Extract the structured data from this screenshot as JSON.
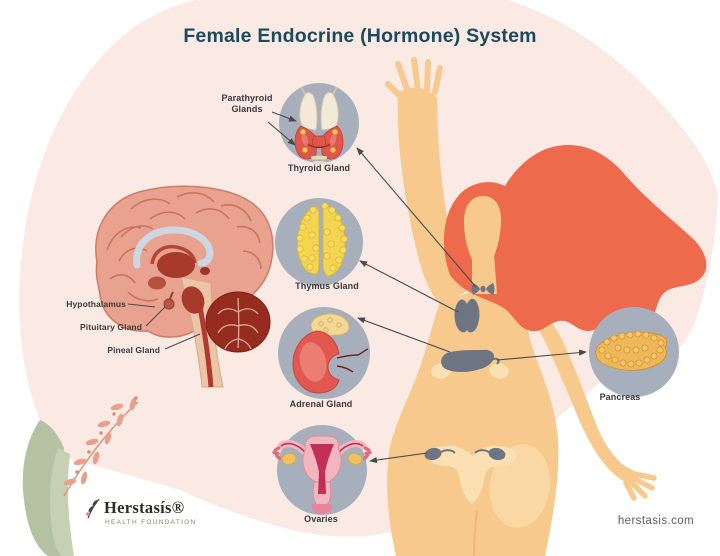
{
  "title": "Female Endocrine (Hormone) System",
  "callouts": {
    "parathyroid": {
      "line1": "Parathyroid",
      "line2": "Glands"
    },
    "thyroid": "Thyroid Gland",
    "thymus": "Thymus Gland",
    "adrenal": "Adrenal Gland",
    "ovaries": "Ovaries",
    "pancreas": "Pancreas"
  },
  "brain_labels": {
    "hypothalamus": "Hypothalamus",
    "pituitary": "Pituitary Gland",
    "pineal": "Pineal Gland"
  },
  "footer": {
    "logo_name": "Herstasís®",
    "logo_subtitle": "HEALTH FOUNDATION",
    "website": "herstasis.com"
  },
  "colors": {
    "background": "#ffffff",
    "blob_pink": "#fbe9e4",
    "skin": "#f8c98d",
    "skin_light": "#fbe0b4",
    "hair_orange": "#ee6a4d",
    "callout_circle_gray": "#a7afbc",
    "organ_marker_gray": "#6e7582",
    "title_teal": "#1b4a5e",
    "label_dark": "#3a3a3a",
    "leaf_green": "#b5c2a2",
    "branch_salmon": "#e7a08c"
  },
  "illustrations": [
    "brain-illustration",
    "thyroid-gland-illustration",
    "thymus-gland-illustration",
    "adrenal-gland-illustration",
    "ovaries-uterus-illustration",
    "pancreas-illustration",
    "female-figure-illustration",
    "pink-branch-decoration",
    "green-plant-decoration",
    "logo-branch-icon"
  ]
}
